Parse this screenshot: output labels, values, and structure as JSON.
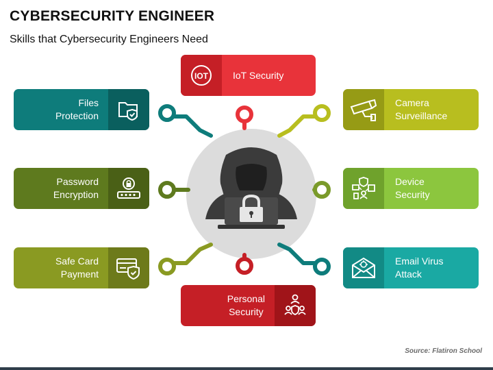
{
  "title": "CYBERSECURITY ENGINEER",
  "subtitle": "Skills that Cybersecurity Engineers Need",
  "source": "Source: Flatiron School",
  "colors": {
    "red": "#e8333a",
    "red_dark": "#c51f26",
    "teal": "#0e7c7b",
    "teal_dark": "#0a5f5e",
    "olive": "#5e7a1e",
    "olive_dark": "#4a6016",
    "olive_light": "#8a9a22",
    "olive_light_dark": "#6d7a1a",
    "lime": "#b8be1f",
    "lime_dark": "#969b15",
    "green": "#8cc63e",
    "green_dark": "#6fa22c",
    "aqua": "#1aa9a3",
    "aqua_dark": "#128a85",
    "center_circle": "#dcdcdc"
  },
  "skills": {
    "iot": {
      "label": "IoT Security",
      "icon": "iot-icon"
    },
    "files": {
      "line1": "Files",
      "line2": "Protection",
      "icon": "folder-shield-icon"
    },
    "camera": {
      "line1": "Camera",
      "line2": "Surveillance",
      "icon": "cctv-camera-icon"
    },
    "password": {
      "line1": "Password",
      "line2": "Encryption",
      "icon": "password-lock-icon"
    },
    "device": {
      "line1": "Device",
      "line2": "Security",
      "icon": "device-network-icon"
    },
    "card": {
      "line1": "Safe Card",
      "line2": "Payment",
      "icon": "card-shield-icon"
    },
    "email": {
      "line1": "Email Virus",
      "line2": "Attack",
      "icon": "email-virus-icon"
    },
    "personal": {
      "line1": "Personal",
      "line2": "Security",
      "icon": "users-shield-icon"
    }
  },
  "center": {
    "icon": "hacker-laptop-lock-icon"
  }
}
